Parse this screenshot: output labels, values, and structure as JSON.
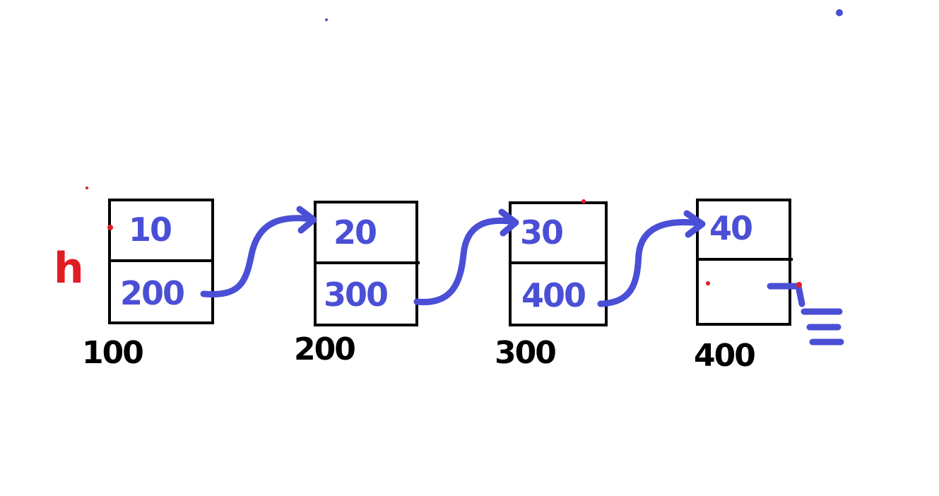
{
  "head_label": "h",
  "nodes": [
    {
      "value": "10",
      "next": "200",
      "address": "100"
    },
    {
      "value": "20",
      "next": "300",
      "address": "200"
    },
    {
      "value": "30",
      "next": "400",
      "address": "300"
    },
    {
      "value": "40",
      "next": "",
      "address": "400"
    }
  ],
  "colors": {
    "ink_blue": "#4a4fd6",
    "ink_black": "#000000",
    "ink_red": "#e11b24",
    "background": "#ffffff"
  },
  "icons": {
    "null_terminator": "ground-icon"
  }
}
